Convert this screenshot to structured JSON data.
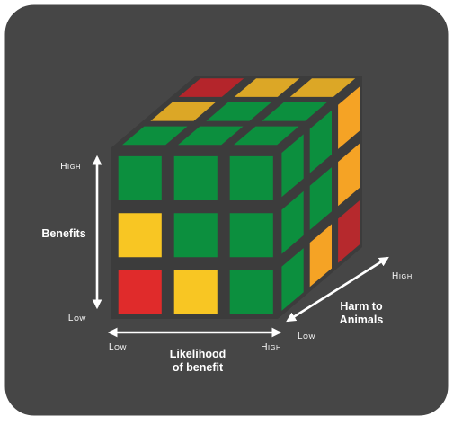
{
  "colors": {
    "panel": "#464646",
    "panel_border": "#ffffff",
    "green": "#0c8f3e",
    "yellow": "#f8c623",
    "orange": "#f5a325",
    "red": "#e02b2b",
    "dark_red": "#b6292d",
    "top_dark_red": "#b4252b",
    "top_gold": "#dca726",
    "gap": "#3c3c3c",
    "text": "#ffffff"
  },
  "cube": {
    "front": [
      [
        "green",
        "green",
        "green"
      ],
      [
        "yellow",
        "green",
        "green"
      ],
      [
        "red",
        "yellow",
        "green"
      ]
    ],
    "right": [
      [
        "green",
        "green",
        "orange"
      ],
      [
        "green",
        "green",
        "orange"
      ],
      [
        "green",
        "orange",
        "dark_red"
      ]
    ],
    "top": [
      [
        "top_dark_red",
        "top_gold",
        "top_gold"
      ],
      [
        "top_gold",
        "green",
        "green"
      ],
      [
        "green",
        "green",
        "green"
      ]
    ]
  },
  "axes": {
    "benefits": {
      "label": "Benefits",
      "high": "High",
      "low": "Low"
    },
    "likelihood": {
      "label_line1": "Likelihood",
      "label_line2": "of benefit",
      "low": "Low",
      "high": "High"
    },
    "harm": {
      "label_line1": "Harm to",
      "label_line2": "Animals",
      "low": "Low",
      "high": "High"
    }
  }
}
